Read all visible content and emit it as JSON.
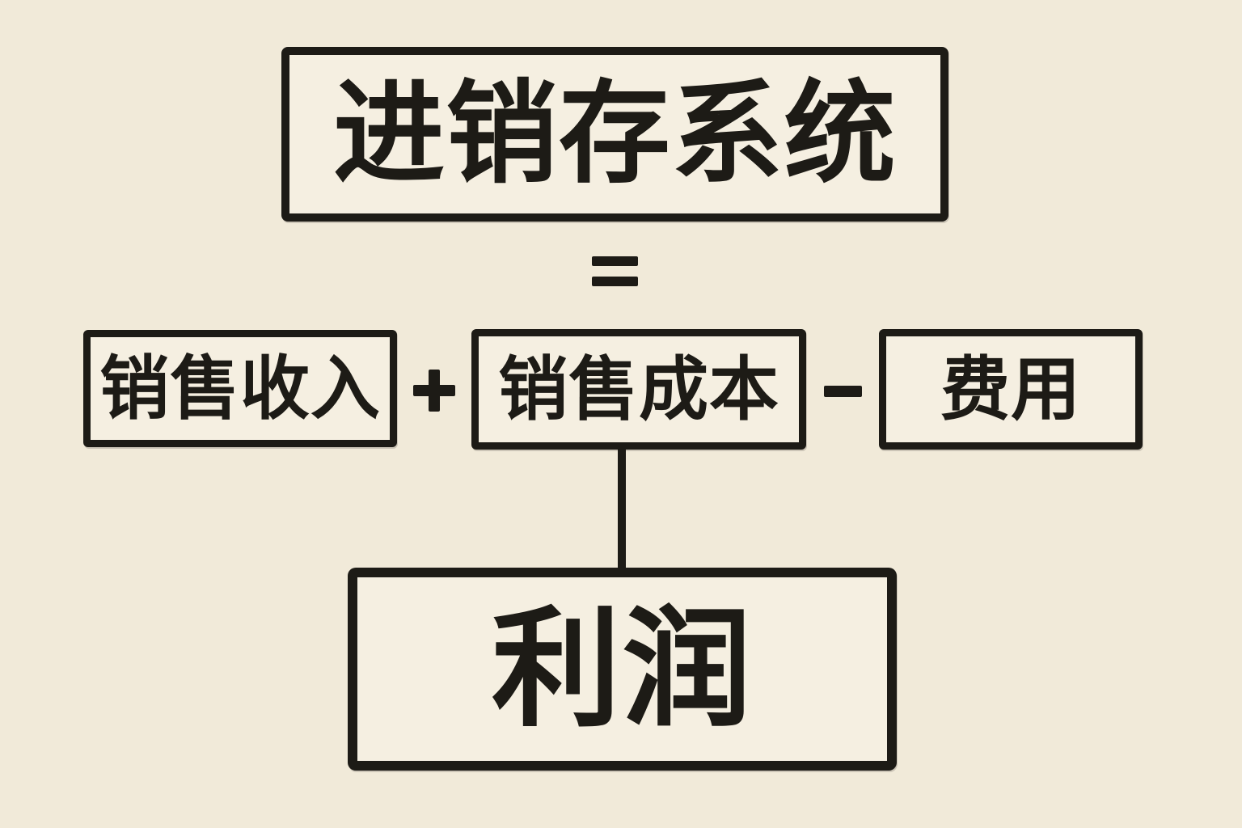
{
  "colors": {
    "background": "#f1ead9",
    "box_fill": "#f5efe1",
    "ink": "#1d1b16"
  },
  "diagram": {
    "title": "进销存系统",
    "operators": {
      "equals": "=",
      "plus": "+",
      "minus": "−"
    },
    "terms": {
      "revenue": "销售收入",
      "cost": "销售成本",
      "expenses": "费用"
    },
    "result": "利润"
  }
}
